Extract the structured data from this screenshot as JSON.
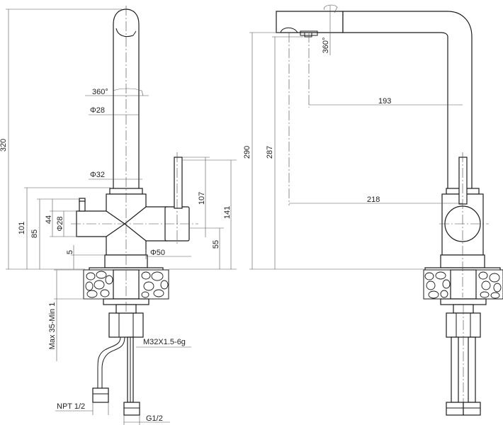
{
  "dimensions": {
    "h320": "320",
    "rot360_side": "360°",
    "phi28_top": "Φ28",
    "phi32": "Φ32",
    "d107": "107",
    "d141": "141",
    "d101": "101",
    "d85": "85",
    "d44": "44",
    "phi28_handle": "Φ28",
    "d55": "55",
    "d5": "5",
    "phi50": "Φ50",
    "max_min": "Max 35-Min 1",
    "m32": "M32X1.5-6g",
    "npt": "NPT 1/2",
    "g12": "G1/2",
    "h290": "290",
    "h287": "287",
    "rot360_spout": "360°",
    "d193": "193",
    "d218": "218"
  }
}
